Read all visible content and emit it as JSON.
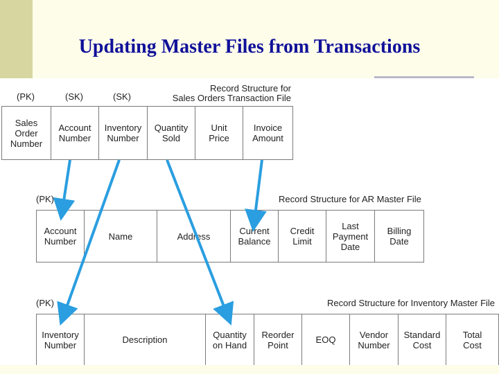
{
  "slide": {
    "title": "Updating Master Files from Transactions"
  },
  "sales_table": {
    "caption": "Record Structure for\nSales Orders Transaction File",
    "keys": [
      "(PK)",
      "(SK)",
      "(SK)"
    ],
    "columns": [
      "Sales\nOrder\nNumber",
      "Account\nNumber",
      "Inventory\nNumber",
      "Quantity\nSold",
      "Unit\nPrice",
      "Invoice\nAmount"
    ]
  },
  "ar_table": {
    "caption": "Record Structure for AR Master File",
    "key": "(PK)",
    "columns": [
      "Account\nNumber",
      "Name",
      "Address",
      "Current\nBalance",
      "Credit\nLimit",
      "Last\nPayment\nDate",
      "Billing\nDate"
    ]
  },
  "inv_table": {
    "caption": "Record Structure for Inventory Master File",
    "key": "(PK)",
    "columns": [
      "Inventory\nNumber",
      "Description",
      "Quantity\non Hand",
      "Reorder\nPoint",
      "EOQ",
      "Vendor\nNumber",
      "Standard\nCost",
      "Total\nCost"
    ]
  },
  "colors": {
    "title": "#10109a",
    "arrow": "#2a9ee0",
    "background": "#fdfdea"
  }
}
